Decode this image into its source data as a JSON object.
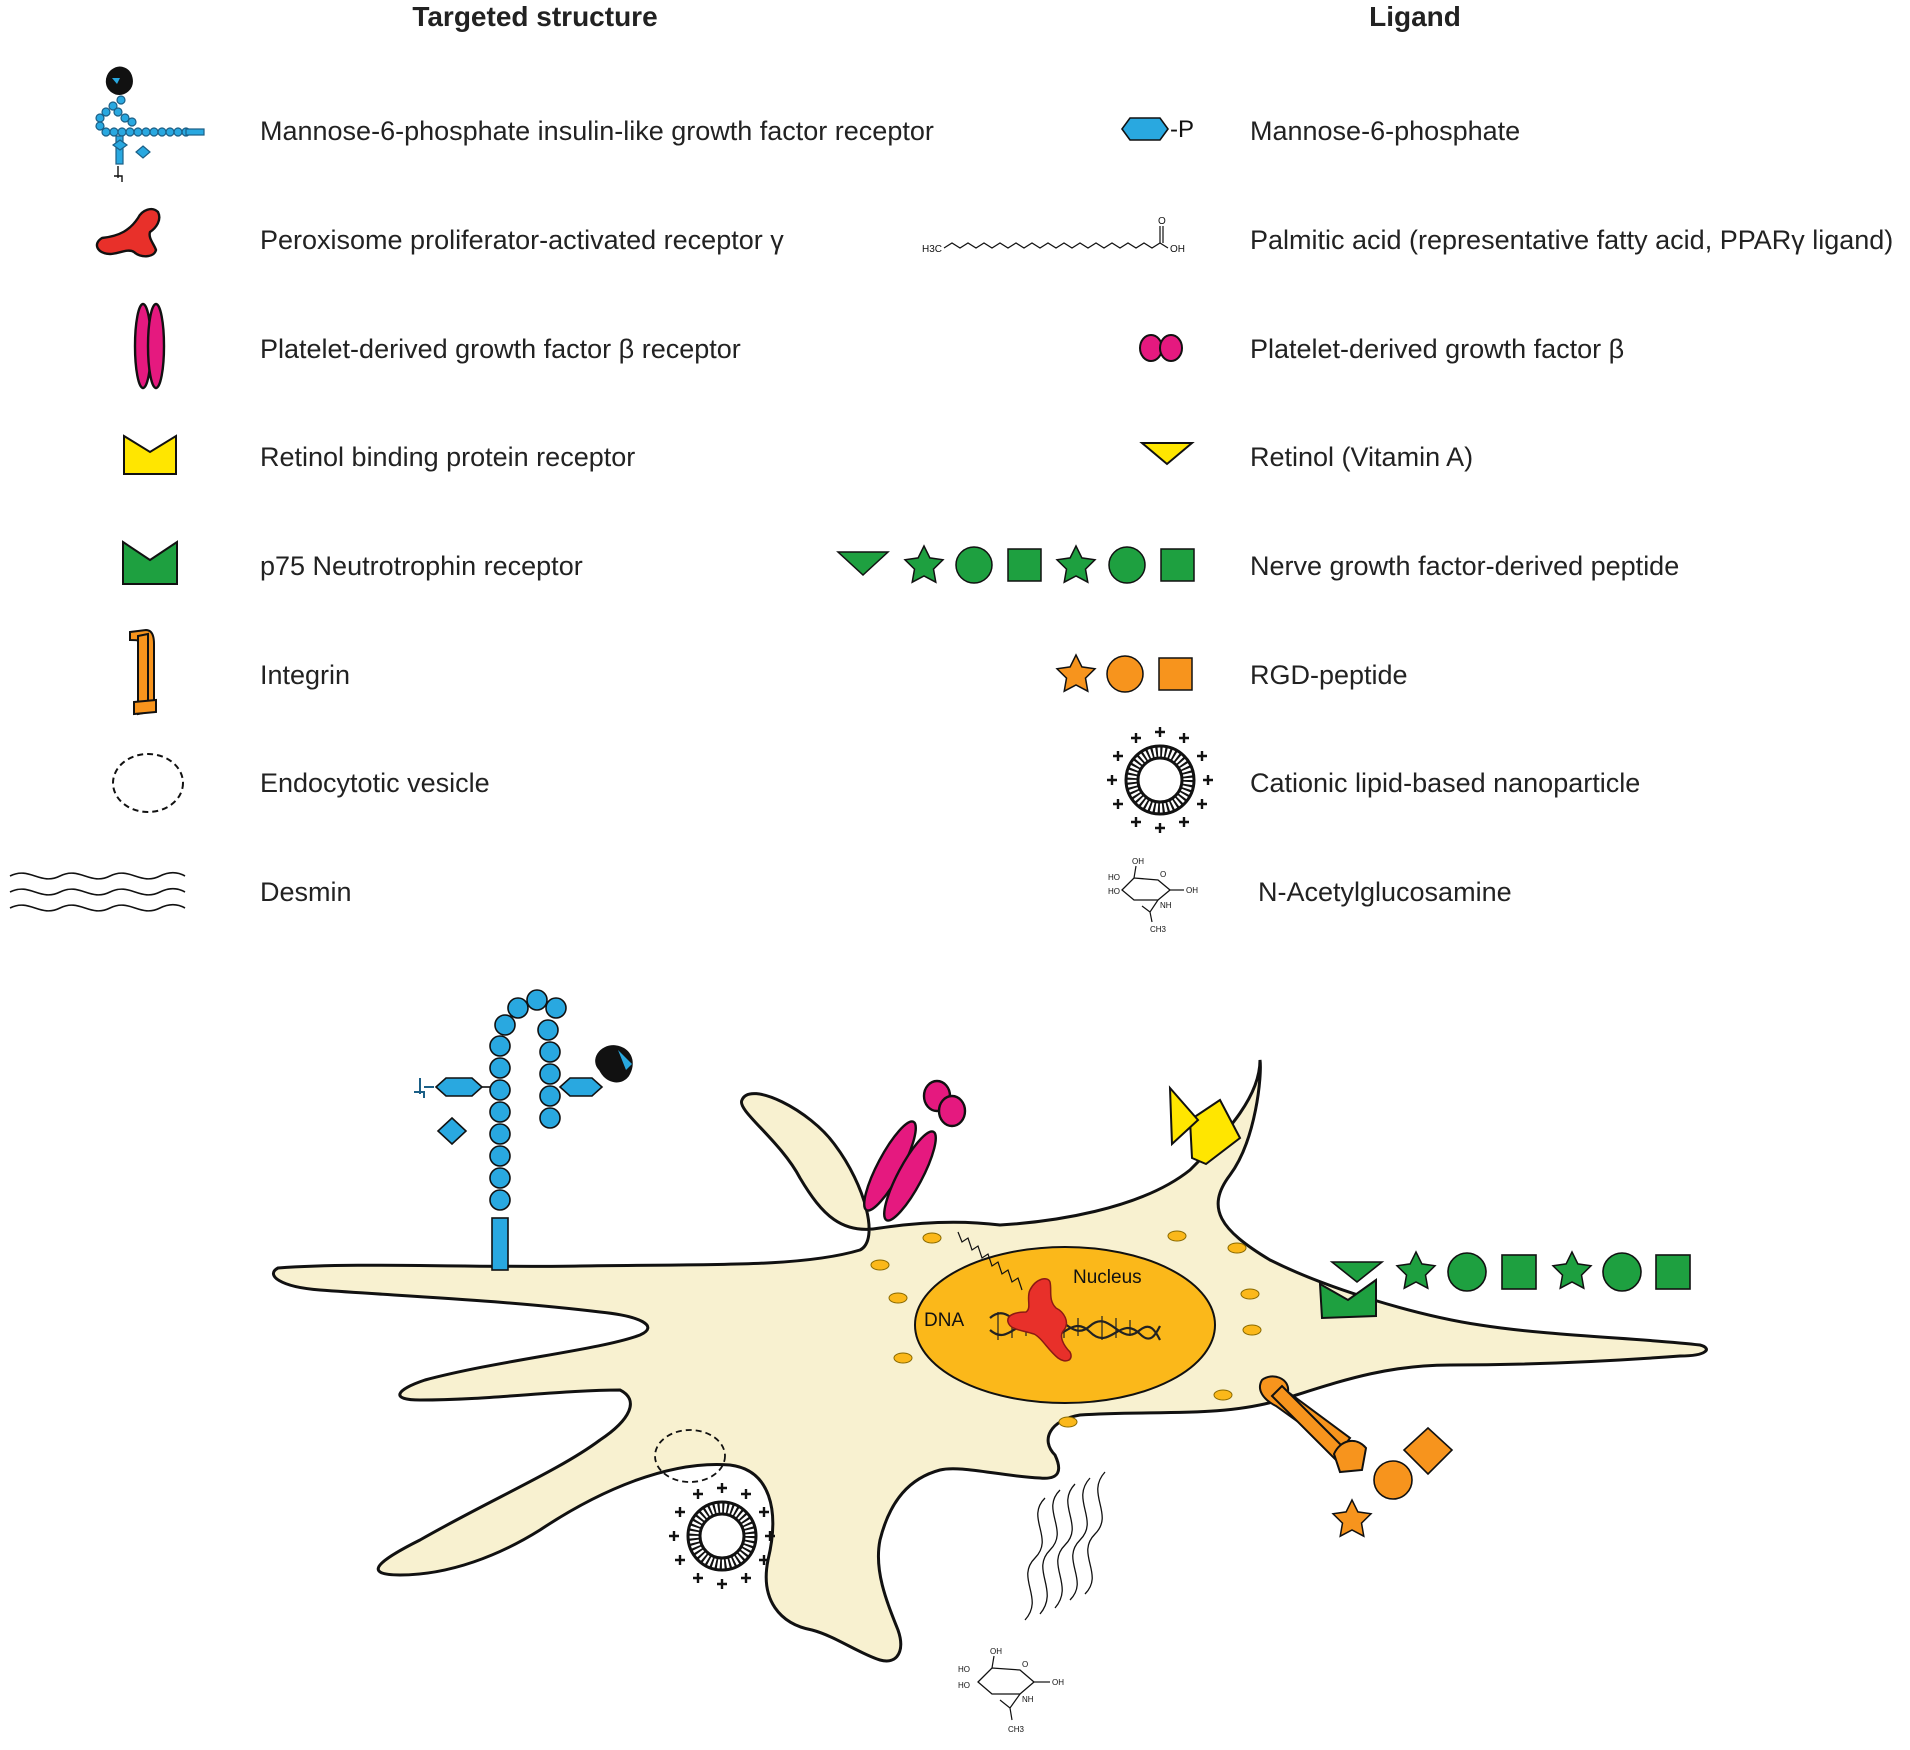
{
  "headers": {
    "targeted": "Targeted structure",
    "ligand": "Ligand"
  },
  "targeted_structures": [
    {
      "label": "Mannose-6-phosphate insulin-like growth factor receptor",
      "icon": "m6p-igf-receptor-icon",
      "color": "#29a8e0"
    },
    {
      "label": "Peroxisome proliferator-activated receptor γ",
      "icon": "ppar-gamma-icon",
      "color": "#e8302a"
    },
    {
      "label": "Platelet-derived growth factor β receptor",
      "icon": "pdgf-beta-receptor-icon",
      "color": "#e5197f"
    },
    {
      "label": "Retinol binding protein receptor",
      "icon": "retinol-binding-protein-receptor-icon",
      "color": "#ffe600"
    },
    {
      "label": "p75 Neutrotrophin receptor",
      "icon": "p75-receptor-icon",
      "color": "#1ea040"
    },
    {
      "label": "Integrin",
      "icon": "integrin-icon",
      "color": "#f7941d"
    },
    {
      "label": "Endocytotic vesicle",
      "icon": "vesicle-icon",
      "color": "#000000"
    },
    {
      "label": "Desmin",
      "icon": "desmin-icon",
      "color": "#000000"
    }
  ],
  "ligands": [
    {
      "label": "Mannose-6-phosphate",
      "icon": "mannose-6-phosphate-icon",
      "suffix": "-P"
    },
    {
      "label": "Palmitic acid (representative fatty acid, PPARγ ligand)",
      "icon": "palmitic-acid-icon",
      "h3c": "H3C",
      "oh": "OH",
      "o": "O"
    },
    {
      "label": "Platelet-derived growth factor β",
      "icon": "pdgf-beta-icon"
    },
    {
      "label": "Retinol (Vitamin A)",
      "icon": "retinol-icon"
    },
    {
      "label": "Nerve growth factor-derived peptide",
      "icon": "ngf-peptide-icon"
    },
    {
      "label": "RGD-peptide",
      "icon": "rgd-peptide-icon"
    },
    {
      "label": "Cationic lipid-based nanoparticle",
      "icon": "nanoparticle-icon"
    },
    {
      "label": "N-Acetylglucosamine",
      "icon": "glcnac-icon"
    }
  ],
  "glcnac_text": {
    "oh": "OH",
    "ho": "HO",
    "o": "O",
    "nh": "NH",
    "ch3": "CH3"
  },
  "cell": {
    "nucleus_label": "Nucleus",
    "dna_label": "DNA",
    "cytoplasm_color": "#f8f1d0",
    "nucleus_color": "#fbb81a"
  }
}
